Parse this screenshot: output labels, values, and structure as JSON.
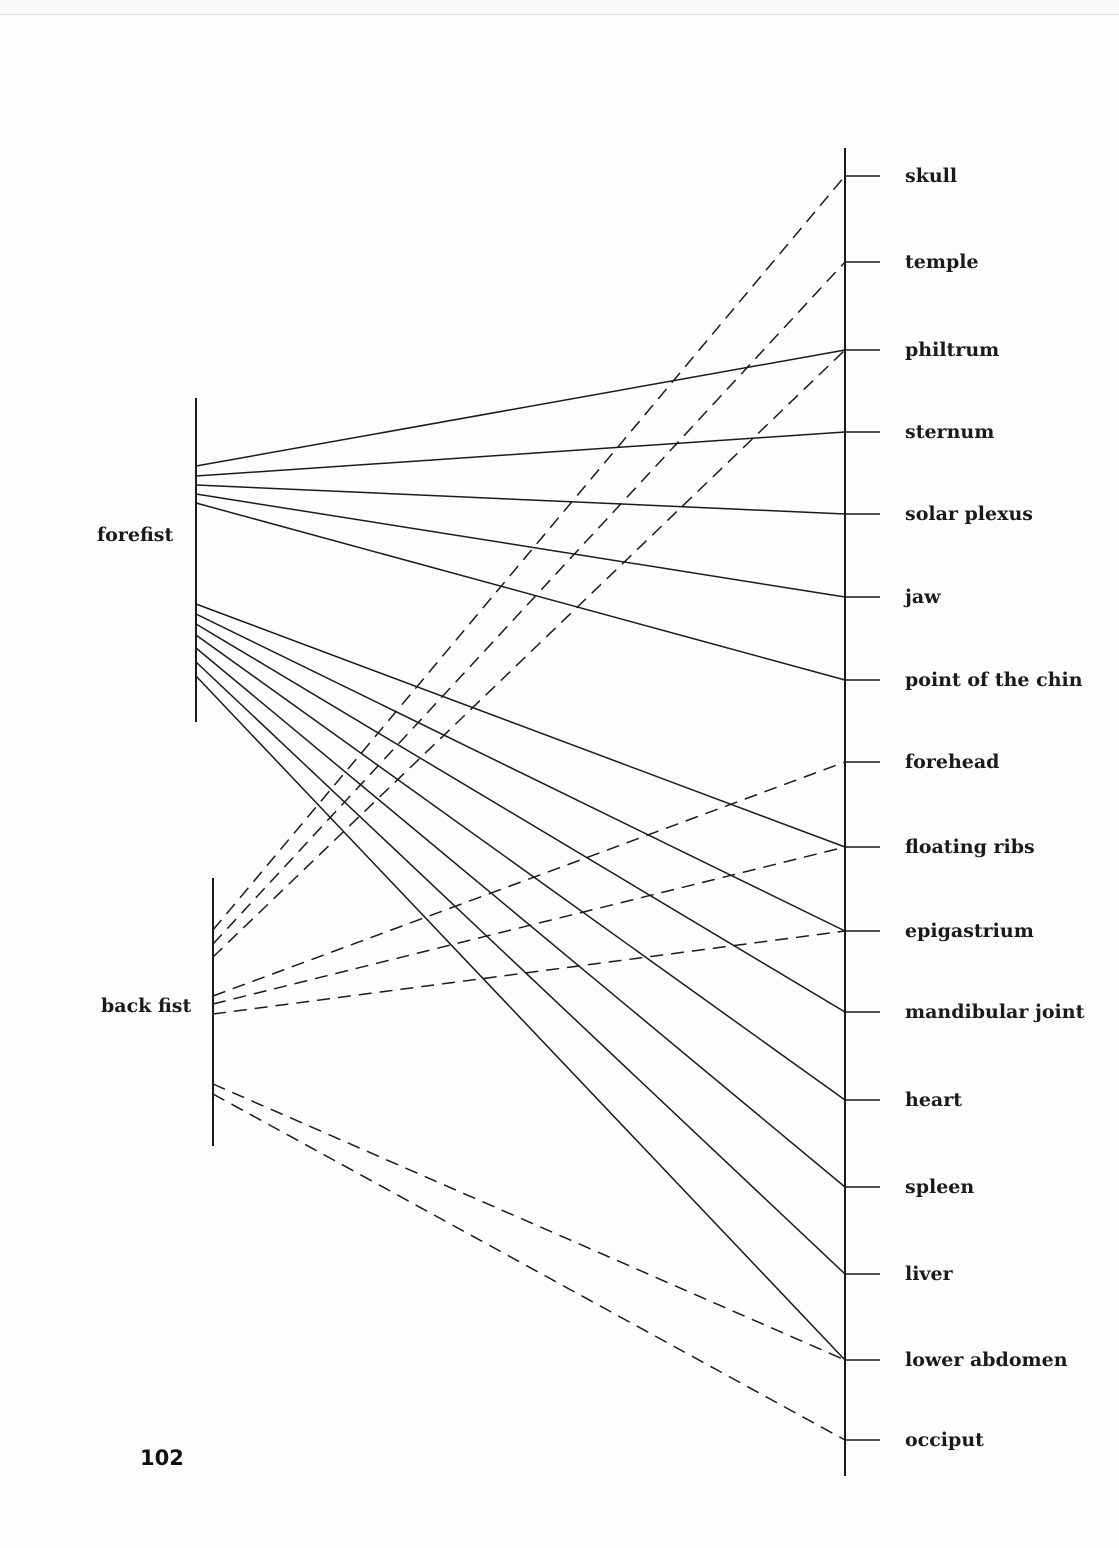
{
  "page_number": "102",
  "sources": [
    {
      "id": "forefist",
      "label": "forefist"
    },
    {
      "id": "backfist",
      "label": "back fist"
    }
  ],
  "targets": [
    "skull",
    "temple",
    "philtrum",
    "sternum",
    "solar plexus",
    "jaw",
    "point of the chin",
    "forehead",
    "floating ribs",
    "epigastrium",
    "mandibular joint",
    "heart",
    "spleen",
    "liver",
    "lower abdomen",
    "occiput"
  ],
  "connections": [
    {
      "from": "forefist",
      "to": "philtrum",
      "style": "solid"
    },
    {
      "from": "forefist",
      "to": "sternum",
      "style": "solid"
    },
    {
      "from": "forefist",
      "to": "solar plexus",
      "style": "solid"
    },
    {
      "from": "forefist",
      "to": "jaw",
      "style": "solid"
    },
    {
      "from": "forefist",
      "to": "point of the chin",
      "style": "solid"
    },
    {
      "from": "forefist",
      "to": "floating ribs",
      "style": "solid"
    },
    {
      "from": "forefist",
      "to": "epigastrium",
      "style": "solid"
    },
    {
      "from": "forefist",
      "to": "mandibular joint",
      "style": "solid"
    },
    {
      "from": "forefist",
      "to": "heart",
      "style": "solid"
    },
    {
      "from": "forefist",
      "to": "spleen",
      "style": "solid"
    },
    {
      "from": "forefist",
      "to": "liver",
      "style": "solid"
    },
    {
      "from": "forefist",
      "to": "lower abdomen",
      "style": "solid"
    },
    {
      "from": "backfist",
      "to": "skull",
      "style": "dashed"
    },
    {
      "from": "backfist",
      "to": "temple",
      "style": "dashed"
    },
    {
      "from": "backfist",
      "to": "philtrum",
      "style": "dashed"
    },
    {
      "from": "backfist",
      "to": "forehead",
      "style": "dashed"
    },
    {
      "from": "backfist",
      "to": "floating ribs",
      "style": "dashed"
    },
    {
      "from": "backfist",
      "to": "epigastrium",
      "style": "dashed"
    },
    {
      "from": "backfist",
      "to": "lower abdomen",
      "style": "dashed"
    },
    {
      "from": "backfist",
      "to": "occiput",
      "style": "dashed"
    }
  ]
}
